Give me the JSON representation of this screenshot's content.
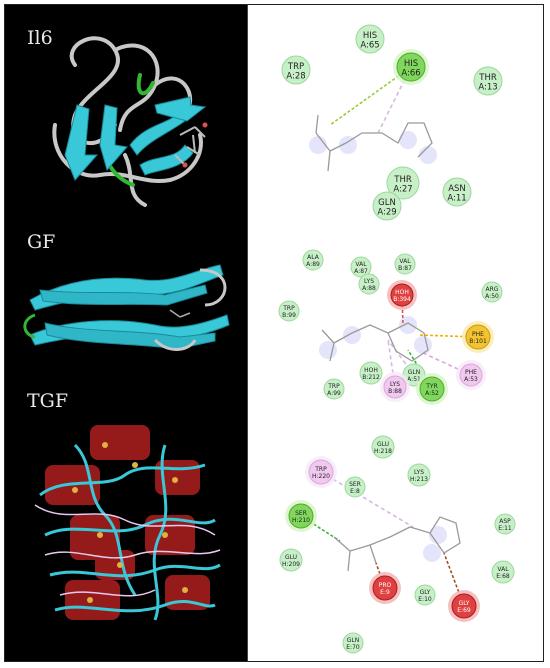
{
  "panels": [
    {
      "label": "Il6",
      "residues": [
        {
          "name": "HIS",
          "id": "A:65",
          "type": "vdw"
        },
        {
          "name": "HIS",
          "id": "A:66",
          "type": "hbond"
        },
        {
          "name": "TRP",
          "id": "A:28",
          "type": "vdw"
        },
        {
          "name": "THR",
          "id": "A:13",
          "type": "vdw"
        },
        {
          "name": "THR",
          "id": "A:27",
          "type": "vdw"
        },
        {
          "name": "ASN",
          "id": "A:11",
          "type": "vdw"
        },
        {
          "name": "GLN",
          "id": "A:29",
          "type": "vdw"
        }
      ]
    },
    {
      "label": "GF",
      "residues": [
        {
          "name": "ALA",
          "id": "A:89",
          "type": "vdw"
        },
        {
          "name": "VAL",
          "id": "A:87",
          "type": "vdw"
        },
        {
          "name": "VAL",
          "id": "B:87",
          "type": "vdw"
        },
        {
          "name": "LYS",
          "id": "A:88",
          "type": "vdw"
        },
        {
          "name": "HOH",
          "id": "B:394",
          "type": "unfavorable"
        },
        {
          "name": "ARG",
          "id": "A:50",
          "type": "vdw"
        },
        {
          "name": "TRP",
          "id": "B:99",
          "type": "vdw"
        },
        {
          "name": "PHE",
          "id": "B:101",
          "type": "pi_sulfur"
        },
        {
          "name": "HOH",
          "id": "B:212",
          "type": "vdw"
        },
        {
          "name": "GLN",
          "id": "A:51",
          "type": "vdw"
        },
        {
          "name": "TRP",
          "id": "A:99",
          "type": "vdw"
        },
        {
          "name": "LYS",
          "id": "B:88",
          "type": "alkyl"
        },
        {
          "name": "TYR",
          "id": "A:52",
          "type": "hbond"
        },
        {
          "name": "PHE",
          "id": "A:53",
          "type": "alkyl"
        }
      ]
    },
    {
      "label": "TGF",
      "residues": [
        {
          "name": "GLU",
          "id": "H:218",
          "type": "vdw"
        },
        {
          "name": "TRP",
          "id": "H:220",
          "type": "alkyl"
        },
        {
          "name": "SER",
          "id": "E:8",
          "type": "vdw"
        },
        {
          "name": "LYS",
          "id": "H:213",
          "type": "vdw"
        },
        {
          "name": "SER",
          "id": "H:210",
          "type": "hbond"
        },
        {
          "name": "ASP",
          "id": "E:11",
          "type": "vdw"
        },
        {
          "name": "GLU",
          "id": "H:209",
          "type": "vdw"
        },
        {
          "name": "VAL",
          "id": "E:68",
          "type": "vdw"
        },
        {
          "name": "PRO",
          "id": "E:9",
          "type": "unfavorable"
        },
        {
          "name": "GLY",
          "id": "E:10",
          "type": "vdw"
        },
        {
          "name": "GLY",
          "id": "E:69",
          "type": "unfavorable"
        },
        {
          "name": "GLN",
          "id": "E:70",
          "type": "vdw"
        }
      ]
    }
  ],
  "colors": {
    "vdw": "#c8f0c8",
    "vdw_stroke": "#9ad89a",
    "hbond": "#7fd85c",
    "pi_sulfur": "#f4c430",
    "alkyl": "#f0c8f0",
    "unfavorable": "#e04040",
    "ribbon": "#38c8d8",
    "loop": "#c8c8c8"
  }
}
